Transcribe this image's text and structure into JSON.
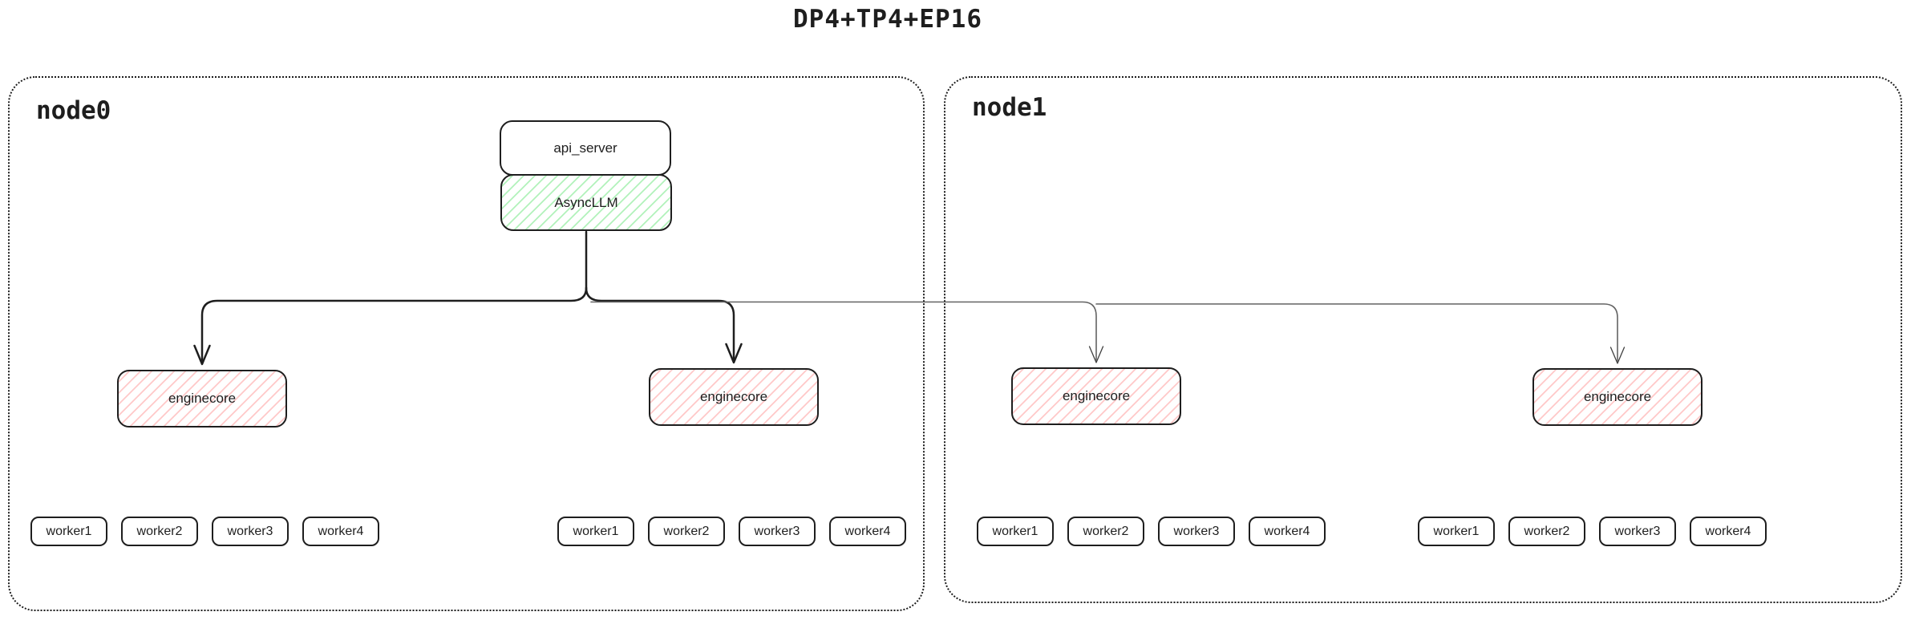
{
  "title": "DP4+TP4+EP16",
  "nodes": [
    {
      "label": "node0"
    },
    {
      "label": "node1"
    }
  ],
  "boxes": {
    "api_server": "api_server",
    "async_llm": "AsyncLLM",
    "enginecore": "enginecore"
  },
  "workers": [
    "worker1",
    "worker2",
    "worker3",
    "worker4"
  ],
  "colors": {
    "stroke": "#1e1e1e",
    "green_hatch": "#b2f2bb",
    "red_hatch": "#ffc9c9",
    "thin_connector": "#636363",
    "background": "#ffffff"
  }
}
